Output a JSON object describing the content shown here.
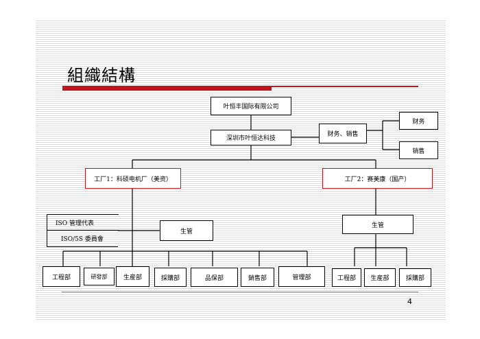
{
  "title": "組織結構",
  "page_number": "4",
  "org": {
    "root": "叶恒丰国际有限公司",
    "tech": "深圳市叶恒达科技",
    "finance_sales": "财务、销售",
    "finance": "财务",
    "sales": "销售",
    "factory1": "工厂1：科硕电机厂（美资）",
    "factory2": "工厂2：赛美康（国产）",
    "iso_rep": "ISO 管理代表",
    "iso_committee": "ISO/5S 委員會",
    "production_mgmt_1": "生管",
    "production_mgmt_2": "生管",
    "f1_depts": [
      "工程部",
      "研發部",
      "生産部",
      "採購部",
      "品保部",
      "銷售部",
      "管理部"
    ],
    "f2_depts": [
      "工程部",
      "生産部",
      "採購部"
    ]
  },
  "colors": {
    "accent_red": "#c0141c",
    "stripe": "#d9d9d9"
  }
}
